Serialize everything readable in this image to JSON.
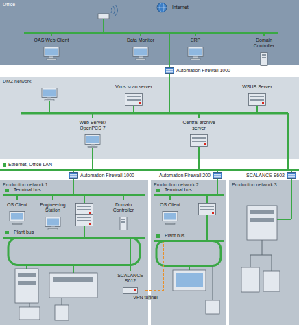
{
  "diagram": {
    "nodes": [
      {
        "text": [
          "Office"
        ]
      },
      {
        "text": [
          "Internet"
        ],
        "in": 0
      },
      {
        "text": [
          "OAS Web Client"
        ],
        "in": 0
      },
      {
        "text": [
          "Data Monitor"
        ],
        "in": 0
      },
      {
        "text": [
          "ERP"
        ],
        "in": 0
      },
      {
        "text": [
          "Domain Controller"
        ],
        "in": 0
      },
      {
        "text": [
          "Automation Firewall 1000"
        ]
      },
      {
        "text": [
          "DMZ network"
        ]
      },
      {
        "text": [
          "Virus scan server"
        ],
        "in": 7
      },
      {
        "text": [
          "WSUS Server"
        ],
        "in": 7
      },
      {
        "text": [
          "Web Server/ OpenPCS 7"
        ],
        "in": 7
      },
      {
        "text": [
          "Central archive server"
        ],
        "in": 7
      },
      {
        "text": [
          "Ethernet, Office LAN"
        ]
      },
      {
        "text": [
          "Automation Firewall 1000"
        ]
      },
      {
        "text": [
          "Automation Firewall 200"
        ]
      },
      {
        "text": [
          "SCALANCE S602"
        ]
      },
      {
        "text": [
          "Production network 1"
        ]
      },
      {
        "text": [
          "Terminal bus"
        ],
        "in": 16
      },
      {
        "text": [
          "OS Client"
        ],
        "in": 16
      },
      {
        "text": [
          "Engineering Station"
        ],
        "in": 16
      },
      {
        "text": [
          "Domain Controller"
        ],
        "in": 16
      },
      {
        "text": [
          "Plant bus"
        ],
        "in": 16
      },
      {
        "text": [
          "SCALANCE S612"
        ],
        "in": 16
      },
      {
        "text": [
          "Production network 2"
        ]
      },
      {
        "text": [
          "Terminal bus"
        ],
        "in": 23
      },
      {
        "text": [
          "OS Client"
        ],
        "in": 23
      },
      {
        "text": [
          "Plant bus"
        ],
        "in": 23
      },
      {
        "text": [
          "Production network 3"
        ]
      }
    ],
    "edges": [
      {
        "from": 10,
        "to": 12,
        "arrow": "none"
      },
      {
        "from": 11,
        "to": 12,
        "arrow": "none"
      },
      {
        "from": 12,
        "to": 13,
        "arrow": "none"
      },
      {
        "from": 12,
        "to": 14,
        "arrow": "none"
      },
      {
        "from": 12,
        "to": 15,
        "arrow": "none"
      },
      {
        "from": 13,
        "to": 17,
        "arrow": "none"
      },
      {
        "from": 14,
        "to": 24,
        "arrow": "none"
      },
      {
        "from": 15,
        "to": 27,
        "arrow": "none"
      },
      {
        "from": 18,
        "to": 17,
        "arrow": "none"
      },
      {
        "from": 19,
        "to": 17,
        "arrow": "none"
      },
      {
        "from": 20,
        "to": 17,
        "arrow": "none"
      },
      {
        "from": 25,
        "to": 24,
        "arrow": "none"
      },
      {
        "from": 22,
        "to": 21,
        "arrow": "none"
      },
      {
        "from": 22,
        "to": 26,
        "label": "VPN tunnel",
        "arrow": "none"
      }
    ]
  }
}
